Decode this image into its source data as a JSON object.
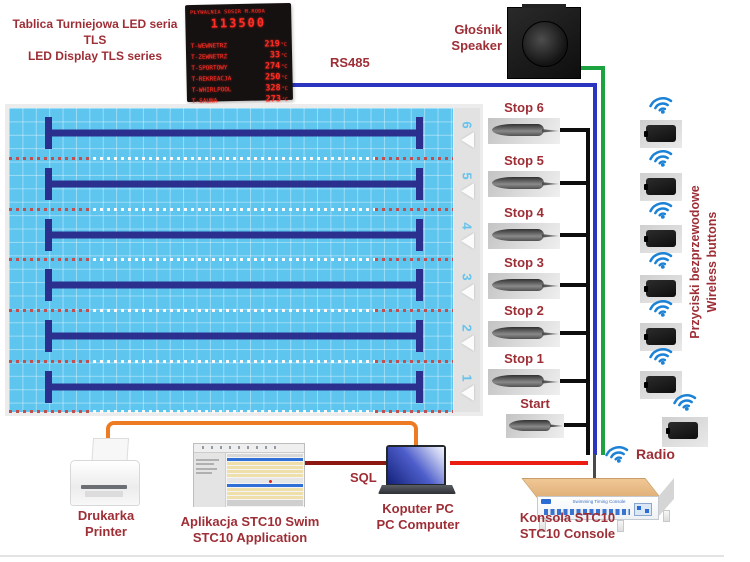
{
  "header": {
    "title_pl": "Tablica Turniejowa LED seria TLS",
    "title_en": "LED Display TLS series"
  },
  "led_display": {
    "line1": "PŁYWALNIA SOSIR M.RODA",
    "time": "113500",
    "rows": [
      {
        "label": "T-WEWNETRZ",
        "value": "219",
        "unit": "°C"
      },
      {
        "label": "T-ZEWNETRZ",
        "value": "33",
        "unit": "°C"
      },
      {
        "label": "T-SPORTOWY",
        "value": "274",
        "unit": "°C"
      },
      {
        "label": "T-REKREACJA",
        "value": "250",
        "unit": "°C"
      },
      {
        "label": "T-WHIRLPOOL",
        "value": "328",
        "unit": "°C"
      },
      {
        "label": "T-SAUNA",
        "value": "273",
        "unit": "°C"
      }
    ]
  },
  "speaker": {
    "label_pl": "Głośnik",
    "label_en": "Speaker"
  },
  "labels": {
    "rs485": "RS485",
    "sql": "SQL",
    "radio": "Radio"
  },
  "pool": {
    "lane_numbers": [
      "6",
      "5",
      "4",
      "3",
      "2",
      "1"
    ]
  },
  "buttons": {
    "stops": [
      "Stop 6",
      "Stop 5",
      "Stop 4",
      "Stop 3",
      "Stop 2",
      "Stop 1"
    ],
    "start": "Start"
  },
  "wireless": {
    "label_pl": "Przyciski bezprzewodowe",
    "label_en": "Wireless buttons"
  },
  "printer": {
    "label_pl": "Drukarka",
    "label_en": "Printer"
  },
  "application": {
    "label_pl": "Aplikacja STC10 Swim",
    "label_en": "STC10 Application"
  },
  "computer": {
    "label_pl": "Koputer PC",
    "label_en": "PC Computer"
  },
  "console": {
    "label_pl": "Konsola STC10",
    "label_en": "STC10 Console",
    "panel_text": "Swimming Timing Console"
  },
  "colors": {
    "label_maroon": "#9e2e36",
    "led_red": "#ff2d23",
    "pool_blue": "#5ec5ef",
    "lane_navy": "#2b2f8e",
    "line_rs485": "#2b35c0",
    "line_green": "#1ca23f",
    "line_orange": "#ec7b23",
    "line_sql": "#8c1710",
    "line_red": "#ea1d12",
    "line_black": "#0d0d0d",
    "wifi_blue": "#1b82d6"
  }
}
